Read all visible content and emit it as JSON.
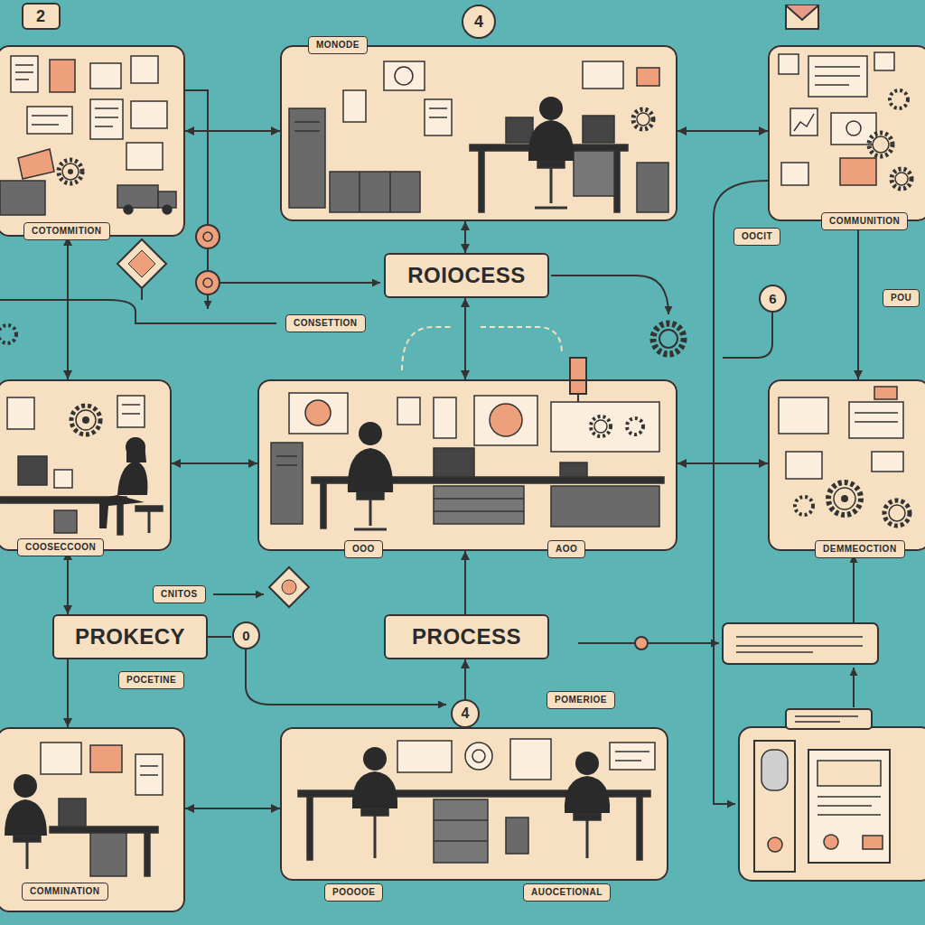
{
  "diagram": {
    "nodes": [
      {
        "text": [
          "COTOMMITION"
        ]
      },
      {
        "text": [
          "MONODE"
        ]
      },
      {
        "text": [
          "COMMUNITION"
        ]
      },
      {
        "text": [
          "ROIOCESS"
        ]
      },
      {
        "text": [
          "COOSECCOON"
        ]
      },
      {
        "text": [
          "OOO",
          "AOO"
        ]
      },
      {
        "text": [
          "DEMMEOCTION"
        ]
      },
      {
        "text": [
          "PROKECY"
        ]
      },
      {
        "text": [
          "PROCESS"
        ]
      },
      {
        "text": [
          "COMMINATION"
        ]
      },
      {
        "text": [
          "POOOOE",
          "AUOCETIONAL"
        ]
      }
    ],
    "edges": [
      {
        "from": 0,
        "to": 1,
        "arrow": "both"
      },
      {
        "from": 1,
        "to": 2,
        "arrow": "both"
      },
      {
        "from": 0,
        "to": 4,
        "arrow": "both"
      },
      {
        "from": 4,
        "to": 5,
        "arrow": "both"
      },
      {
        "from": 5,
        "to": 6,
        "arrow": "both"
      },
      {
        "from": 1,
        "to": 3,
        "arrow": "both"
      },
      {
        "from": 3,
        "to": 5,
        "arrow": "both"
      },
      {
        "from": 2,
        "to": 6,
        "arrow": "both"
      },
      {
        "from": 4,
        "to": 7,
        "arrow": "both"
      },
      {
        "from": 7,
        "to": 9,
        "arrow": "to"
      },
      {
        "from": 9,
        "to": 10,
        "arrow": "both"
      },
      {
        "from": 8,
        "to": 5,
        "arrow": "to"
      },
      {
        "from": 10,
        "to": 8,
        "label": "4",
        "arrow": "to"
      }
    ],
    "labels": [
      "2",
      "4",
      "CONSETTION",
      "OOCIT",
      "POU",
      "6",
      "CNITOS",
      "0",
      "POCETINE",
      "POMERIOE"
    ]
  }
}
